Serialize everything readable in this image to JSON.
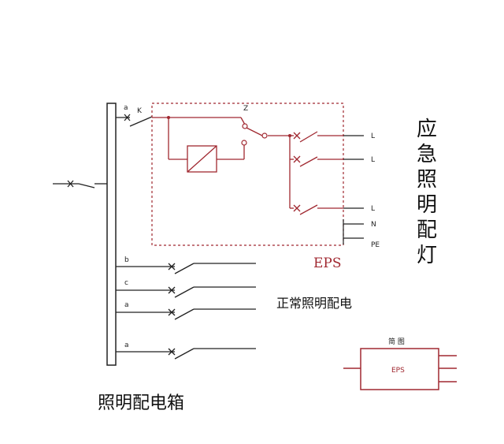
{
  "colors": {
    "black": "#222222",
    "red": "#a02830"
  },
  "labels": {
    "switch_a_top": "a",
    "switch_k": "K",
    "switch_z": "Z",
    "out_l1": "L",
    "out_l2": "L",
    "out_l3": "L",
    "out_n": "N",
    "out_pe": "PE",
    "eps_box": "EPS",
    "branch_b": "b",
    "branch_c": "c",
    "branch_a1": "a",
    "branch_a2": "a",
    "normal_circuit": "正常照明配电",
    "panel_title": "照明配电箱",
    "emergency_title": [
      "应",
      "急",
      "照",
      "明",
      "配",
      "灯"
    ],
    "simplified_heading": "简 图",
    "simplified_eps": "EPS"
  }
}
